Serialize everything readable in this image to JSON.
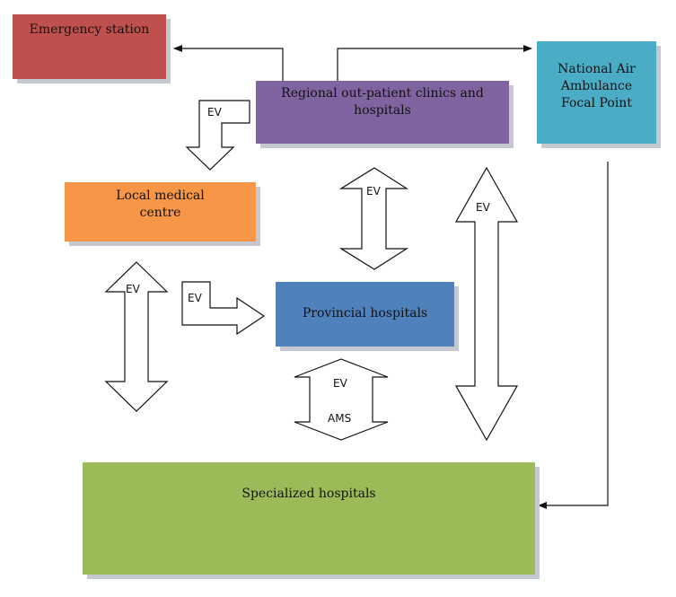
{
  "nodes": {
    "emergency_station": {
      "label": "Emergency station",
      "color": "#c0504d"
    },
    "regional": {
      "label": "Regional out-patient clinics and hospitals",
      "color": "#8064a2"
    },
    "air_ambulance": {
      "label": "National Air Ambulance Focal Point",
      "color": "#4bacc6"
    },
    "local_medical": {
      "label": "Local medical centre",
      "color": "#f79646"
    },
    "provincial": {
      "label": "Provincial hospitals",
      "color": "#4f81bd"
    },
    "specialized": {
      "label": "Specialized hospitals",
      "color": "#9bbb59"
    }
  },
  "arrow_labels": {
    "regional_to_local": "EV",
    "regional_provincial": "EV",
    "regional_specialized": "EV",
    "local_specialized": "EV",
    "local_to_provincial": "EV",
    "provincial_specialized_top": "EV",
    "provincial_specialized_bottom": "AMS"
  }
}
